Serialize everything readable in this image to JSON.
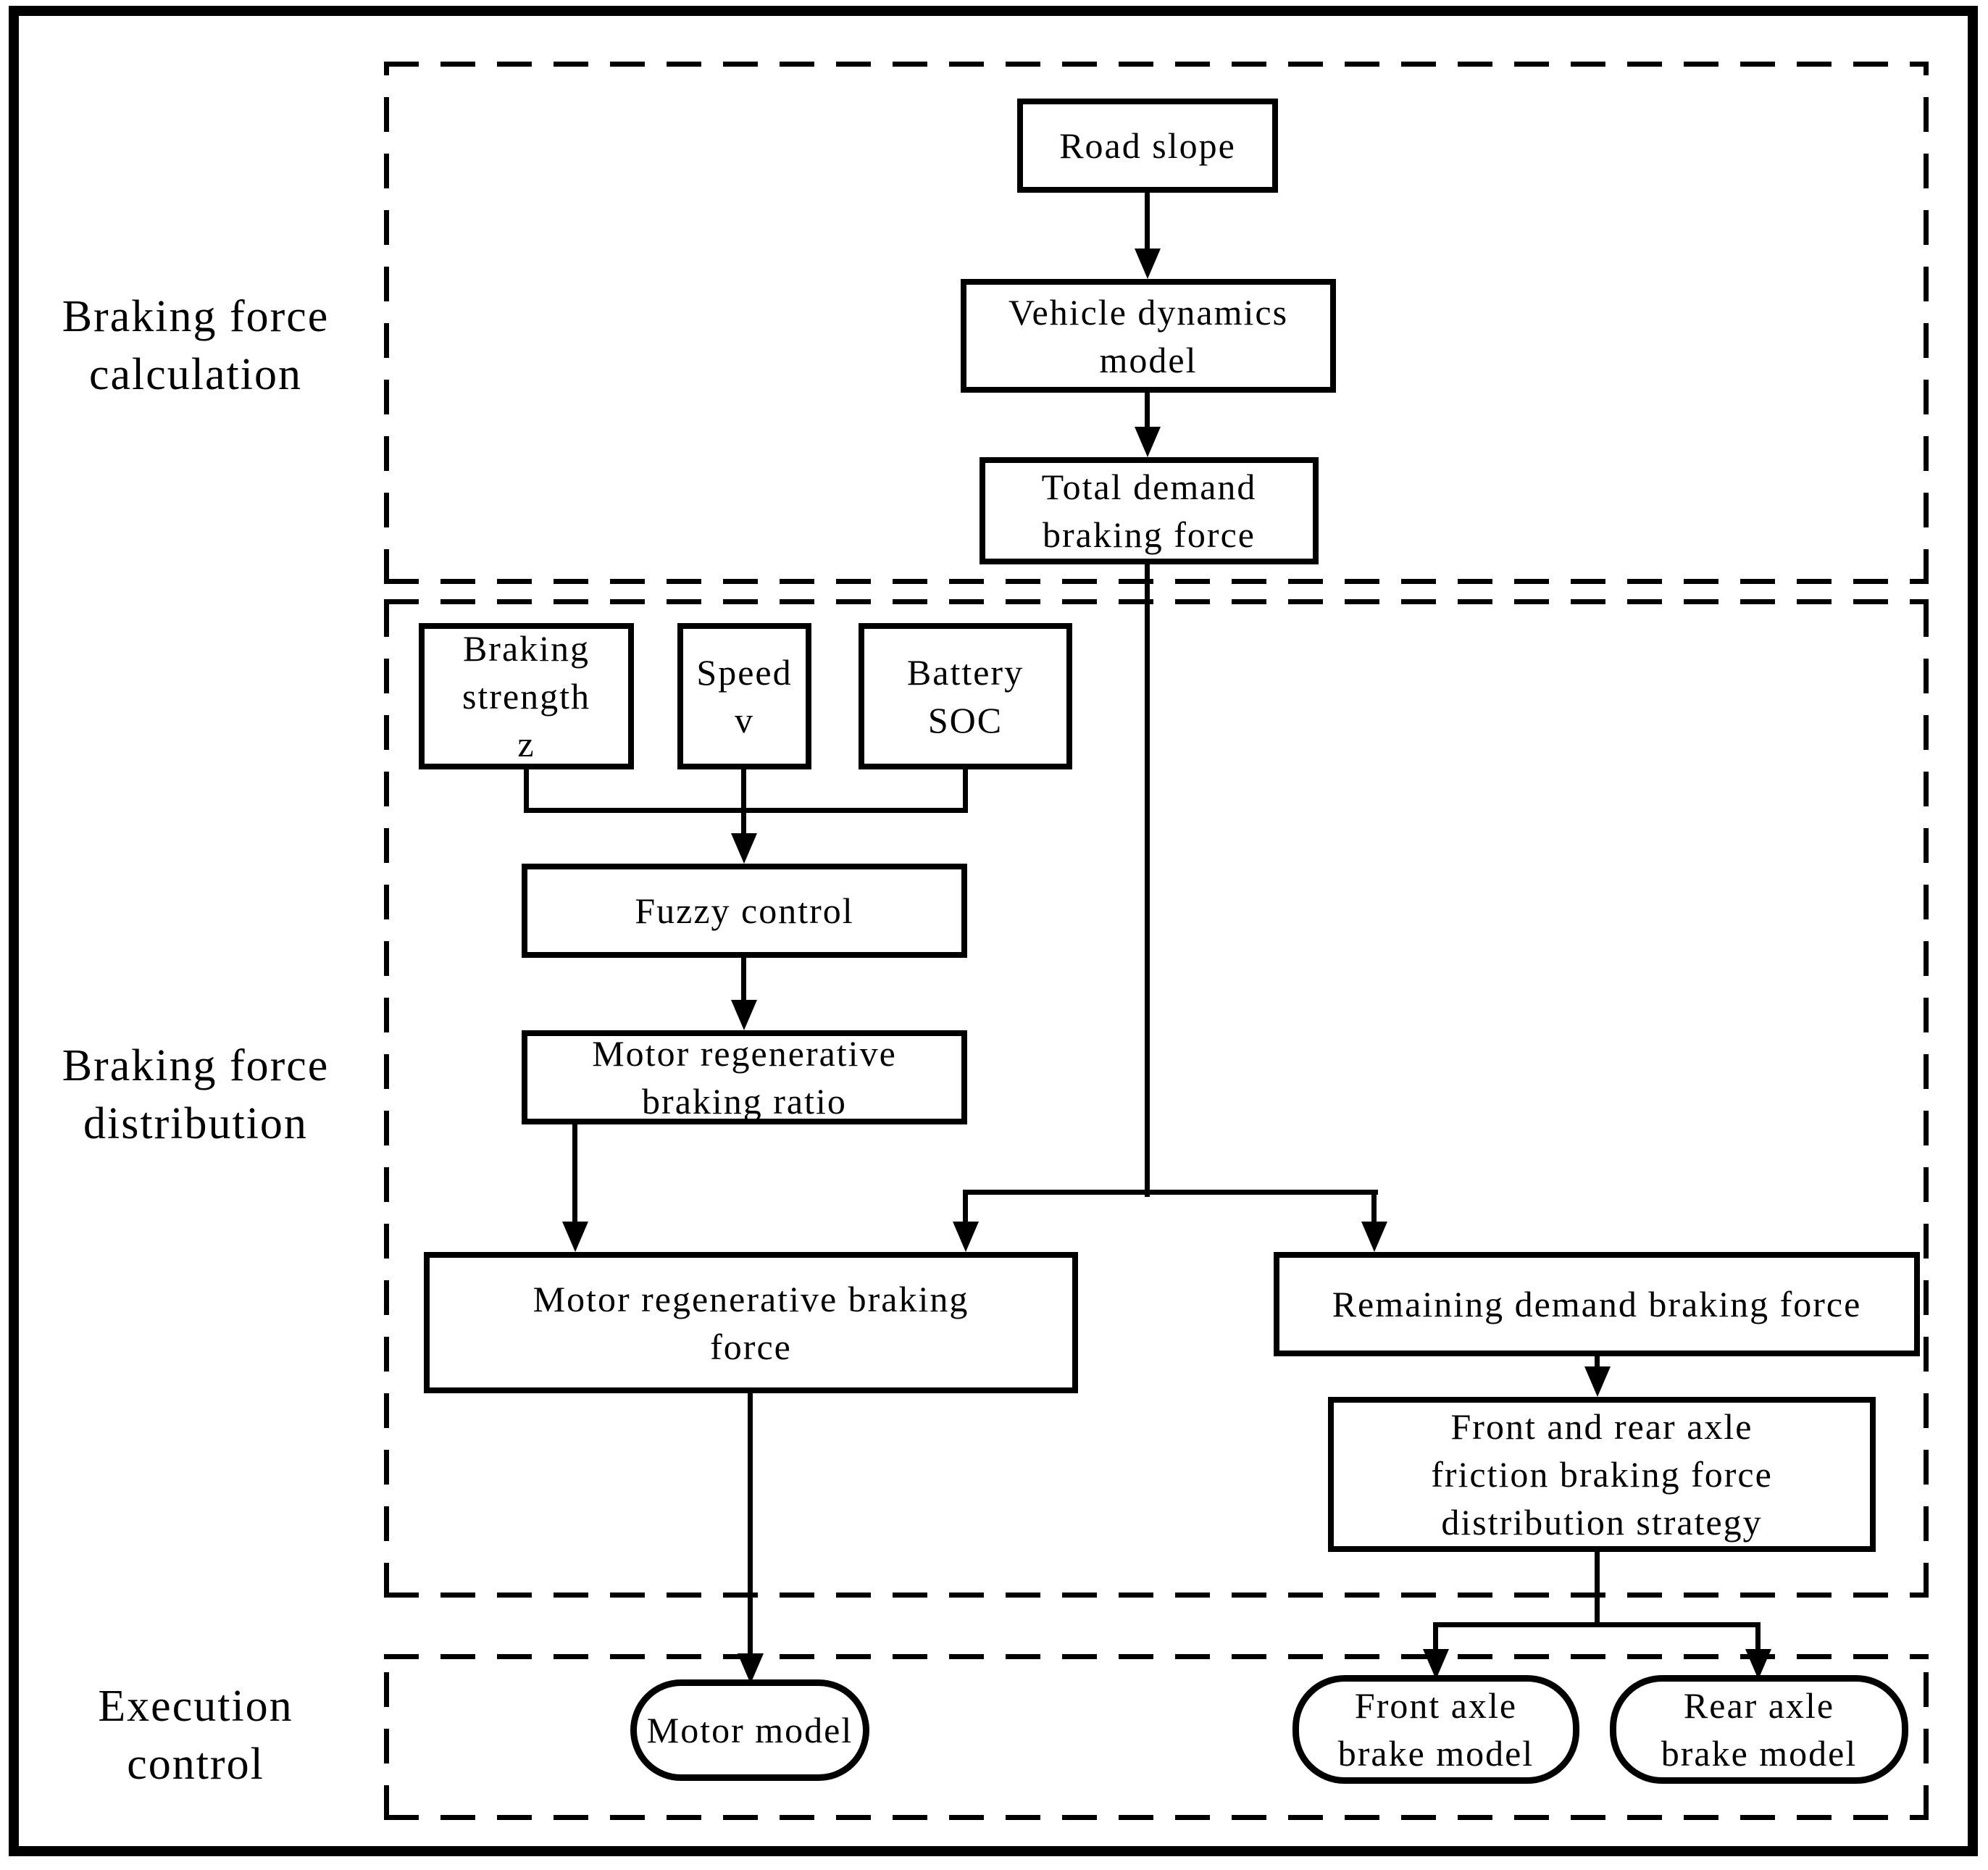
{
  "sections": {
    "calculation": {
      "label": "Braking force\ncalculation"
    },
    "distribution": {
      "label": "Braking force\ndistribution"
    },
    "execution": {
      "label": "Execution\ncontrol"
    }
  },
  "nodes": {
    "road_slope": {
      "label": "Road slope",
      "shape": "rect"
    },
    "vehicle_dynamics": {
      "label": "Vehicle dynamics\nmodel",
      "shape": "rect"
    },
    "total_demand": {
      "label": "Total demand\nbraking force",
      "shape": "rect"
    },
    "braking_strength": {
      "label": "Braking\nstrength\nz",
      "shape": "rect"
    },
    "speed": {
      "label": "Speed\nv",
      "shape": "rect"
    },
    "battery_soc": {
      "label": "Battery\nSOC",
      "shape": "rect"
    },
    "fuzzy_control": {
      "label": "Fuzzy control",
      "shape": "rect"
    },
    "regen_ratio": {
      "label": "Motor regenerative\nbraking ratio",
      "shape": "rect"
    },
    "regen_force": {
      "label": "Motor regenerative braking\nforce",
      "shape": "rect"
    },
    "remaining_force": {
      "label": "Remaining demand braking force",
      "shape": "rect"
    },
    "distribution_strategy": {
      "label": "Front and rear axle\nfriction braking force\ndistribution strategy",
      "shape": "rect"
    },
    "motor_model": {
      "label": "Motor model",
      "shape": "rounded"
    },
    "front_axle_brake": {
      "label": "Front axle\nbrake model",
      "shape": "rounded"
    },
    "rear_axle_brake": {
      "label": "Rear axle\nbrake model",
      "shape": "rounded"
    }
  },
  "edges": [
    {
      "from": "road_slope",
      "to": "vehicle_dynamics"
    },
    {
      "from": "vehicle_dynamics",
      "to": "total_demand"
    },
    {
      "from": "braking_strength",
      "to": "fuzzy_control"
    },
    {
      "from": "speed",
      "to": "fuzzy_control"
    },
    {
      "from": "battery_soc",
      "to": "fuzzy_control"
    },
    {
      "from": "fuzzy_control",
      "to": "regen_ratio"
    },
    {
      "from": "regen_ratio",
      "to": "regen_force"
    },
    {
      "from": "total_demand",
      "to": "regen_force"
    },
    {
      "from": "total_demand",
      "to": "remaining_force"
    },
    {
      "from": "remaining_force",
      "to": "distribution_strategy"
    },
    {
      "from": "regen_force",
      "to": "motor_model"
    },
    {
      "from": "distribution_strategy",
      "to": "front_axle_brake"
    },
    {
      "from": "distribution_strategy",
      "to": "rear_axle_brake"
    }
  ],
  "colors": {
    "stroke": "#000000",
    "background": "#ffffff"
  }
}
